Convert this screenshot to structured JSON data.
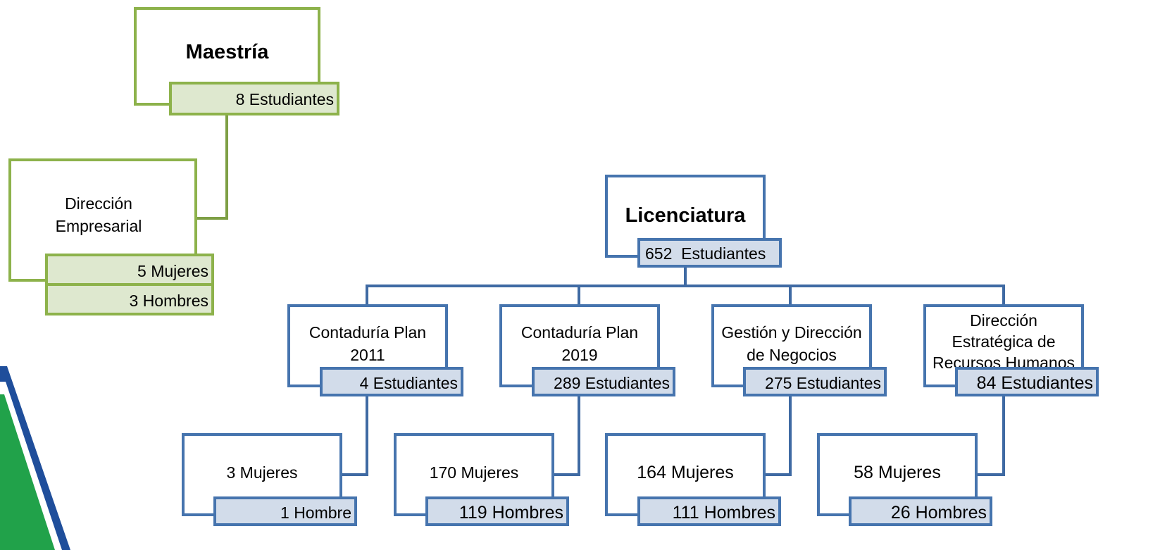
{
  "colors": {
    "green": "#8DB24B",
    "green_fill": "#DEE8CF",
    "blue": "#4674AE",
    "blue_fill": "#D2DCEA"
  },
  "maestria": {
    "title": "Maestría",
    "count": "8 Estudiantes",
    "programs": [
      {
        "name": "Dirección Empresarial",
        "name_lines": [
          "Dirección",
          "Empresarial"
        ],
        "mujeres": "5 Mujeres",
        "hombres": "3 Hombres"
      }
    ]
  },
  "licenciatura": {
    "title": "Licenciatura",
    "count": "652  Estudiantes",
    "programs": [
      {
        "name_lines": [
          "Contaduría Plan",
          "2011"
        ],
        "count": "4 Estudiantes",
        "mujeres": "3 Mujeres",
        "hombres": "1 Hombre"
      },
      {
        "name_lines": [
          "Contaduría Plan",
          "2019"
        ],
        "count": "289 Estudiantes",
        "mujeres": "170 Mujeres",
        "hombres": "119 Hombres"
      },
      {
        "name_lines": [
          "Gestión y Dirección",
          "de Negocios"
        ],
        "count": "275 Estudiantes",
        "mujeres": "164 Mujeres",
        "hombres": "111 Hombres"
      },
      {
        "name_lines": [
          "Dirección",
          "Estratégica de",
          "Recursos Humanos"
        ],
        "count": "84 Estudiantes",
        "mujeres": "58 Mujeres",
        "hombres": "26 Hombres"
      }
    ]
  }
}
